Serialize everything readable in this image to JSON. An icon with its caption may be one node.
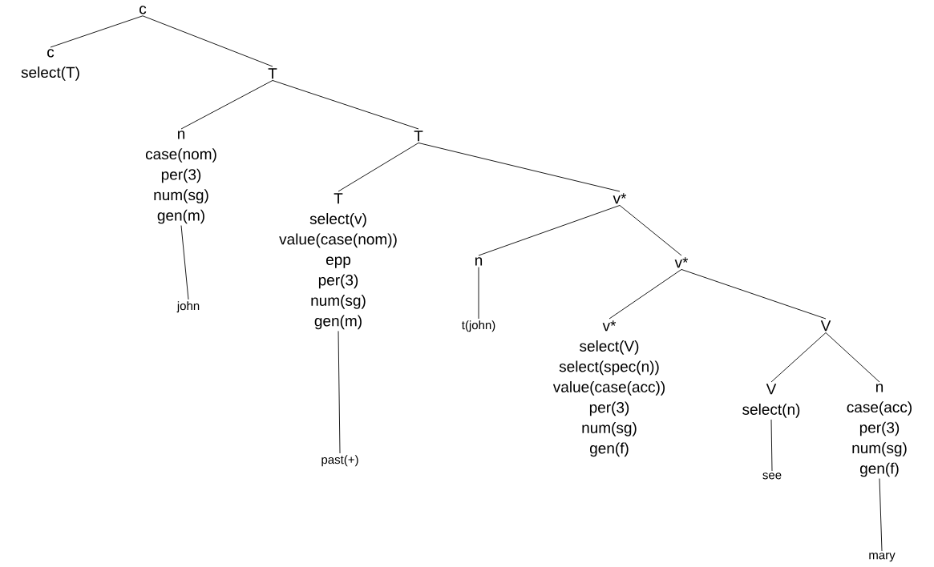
{
  "diagram": {
    "nodes": [
      {
        "text": [
          "c"
        ]
      },
      {
        "text": [
          "c",
          "select(T)"
        ]
      },
      {
        "text": [
          "T"
        ]
      },
      {
        "text": [
          "n",
          "case(nom)",
          "per(3)",
          "num(sg)",
          "gen(m)"
        ]
      },
      {
        "text": [
          "john"
        ]
      },
      {
        "text": [
          "T"
        ]
      },
      {
        "text": [
          "T",
          "select(v)",
          "value(case(nom))",
          "epp",
          "per(3)",
          "num(sg)",
          "gen(m)"
        ]
      },
      {
        "text": [
          "past(+)"
        ]
      },
      {
        "text": [
          "v*"
        ]
      },
      {
        "text": [
          "n"
        ]
      },
      {
        "text": [
          "t(john)"
        ]
      },
      {
        "text": [
          "v*"
        ]
      },
      {
        "text": [
          "v*",
          "select(V)",
          "select(spec(n))",
          "value(case(acc))",
          "per(3)",
          "num(sg)",
          "gen(f)"
        ]
      },
      {
        "text": [
          "V"
        ]
      },
      {
        "text": [
          "V",
          "select(n)"
        ]
      },
      {
        "text": [
          "see"
        ]
      },
      {
        "text": [
          "n",
          "case(acc)",
          "per(3)",
          "num(sg)",
          "gen(f)"
        ]
      },
      {
        "text": [
          "mary"
        ]
      }
    ],
    "edges": [
      {
        "from": 0,
        "to": 1,
        "arrow": "none"
      },
      {
        "from": 0,
        "to": 2,
        "arrow": "none"
      },
      {
        "from": 2,
        "to": 3,
        "arrow": "none"
      },
      {
        "from": 3,
        "to": 4,
        "arrow": "none"
      },
      {
        "from": 2,
        "to": 5,
        "arrow": "none"
      },
      {
        "from": 5,
        "to": 6,
        "arrow": "none"
      },
      {
        "from": 6,
        "to": 7,
        "arrow": "none"
      },
      {
        "from": 5,
        "to": 8,
        "arrow": "none"
      },
      {
        "from": 8,
        "to": 9,
        "arrow": "none"
      },
      {
        "from": 9,
        "to": 10,
        "arrow": "none"
      },
      {
        "from": 8,
        "to": 11,
        "arrow": "none"
      },
      {
        "from": 11,
        "to": 12,
        "arrow": "none"
      },
      {
        "from": 11,
        "to": 13,
        "arrow": "none"
      },
      {
        "from": 13,
        "to": 14,
        "arrow": "none"
      },
      {
        "from": 14,
        "to": 15,
        "arrow": "none"
      },
      {
        "from": 13,
        "to": 16,
        "arrow": "none"
      },
      {
        "from": 16,
        "to": 17,
        "arrow": "none"
      }
    ]
  }
}
